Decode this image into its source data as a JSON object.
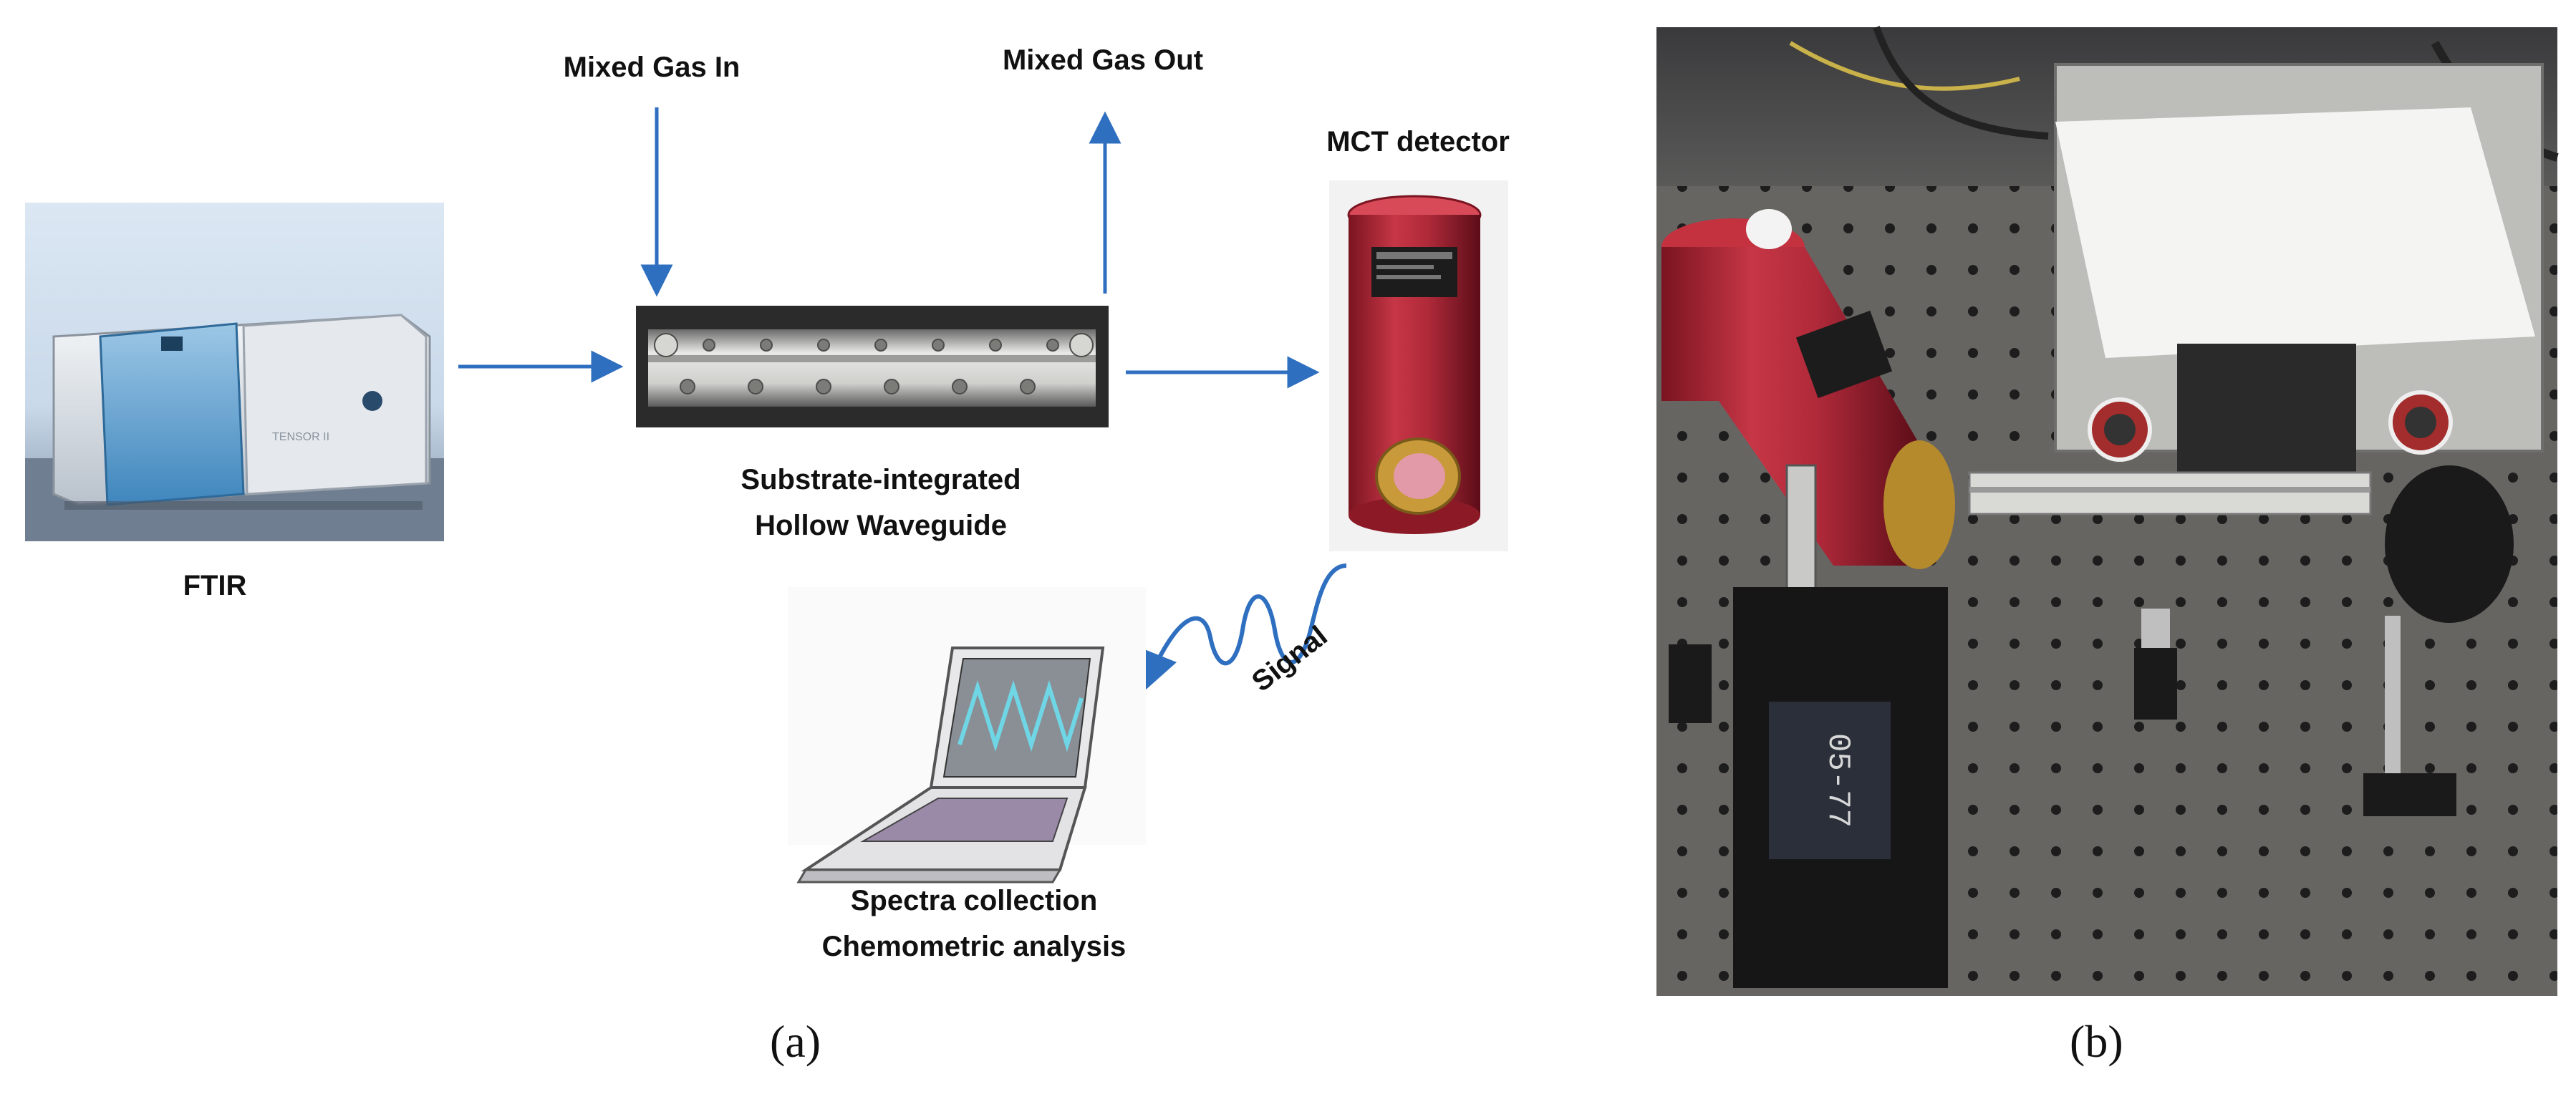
{
  "diagram_a": {
    "ftir_label": "FTIR",
    "mixed_gas_in": "Mixed Gas In",
    "mixed_gas_out": "Mixed Gas Out",
    "mct_detector": "MCT detector",
    "waveguide_line1": "Substrate-integrated",
    "waveguide_line2": "Hollow Waveguide",
    "signal_label": "Signal",
    "computer_line1": "Spectra collection",
    "computer_line2": "Chemometric analysis",
    "ftir_device_text": "TENSOR II",
    "arrow_color": "#2f6fc0"
  },
  "panel_labels": {
    "a": "(a)",
    "b": "(b)"
  },
  "photo_b": {
    "tape_text": "05-77"
  }
}
